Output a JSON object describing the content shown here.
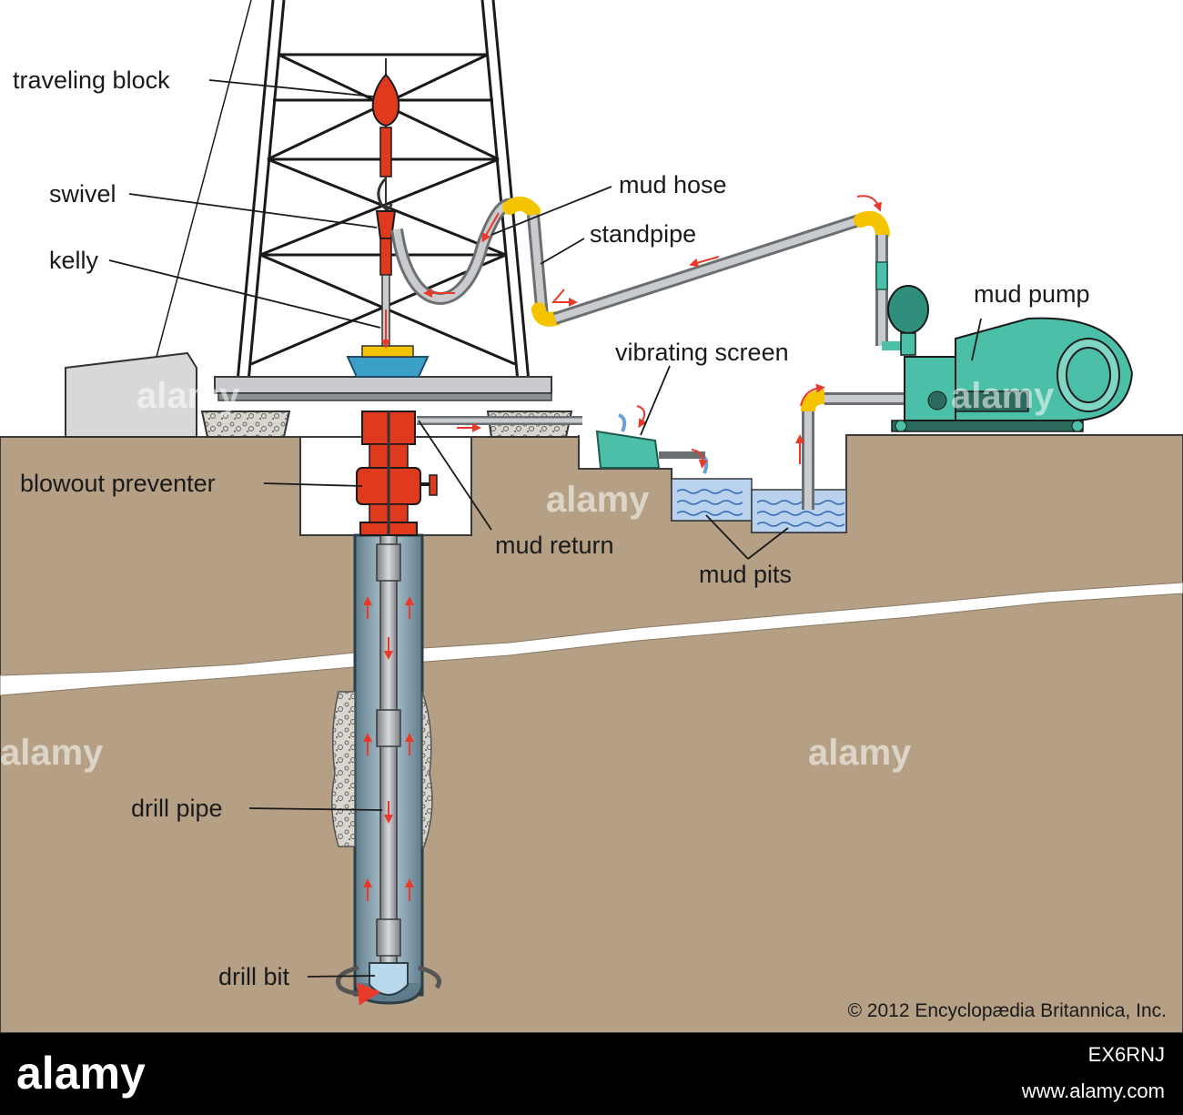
{
  "labels": {
    "traveling_block": "traveling block",
    "swivel": "swivel",
    "kelly": "kelly",
    "mud_hose": "mud hose",
    "standpipe": "standpipe",
    "mud_pump": "mud pump",
    "vibrating_screen": "vibrating screen",
    "blowout_preventer": "blowout preventer",
    "mud_return": "mud return",
    "mud_pits": "mud pits",
    "drill_pipe": "drill pipe",
    "drill_bit": "drill bit"
  },
  "copyright": "© 2012 Encyclopædia Britannica, Inc.",
  "watermark": {
    "text": "alamy",
    "brand": "alamy",
    "image_id": "EX6RNJ",
    "url": "www.alamy.com"
  },
  "colors": {
    "ground": "#b5a086",
    "sky": "#ffffff",
    "red_part": "#e03a1e",
    "pump": "#4bbfa8",
    "pipe": "#a8aaac",
    "elbow": "#f5c400",
    "mud_water": "#b9d3ee",
    "arrow": "#e8392a",
    "bar": "#000000"
  }
}
